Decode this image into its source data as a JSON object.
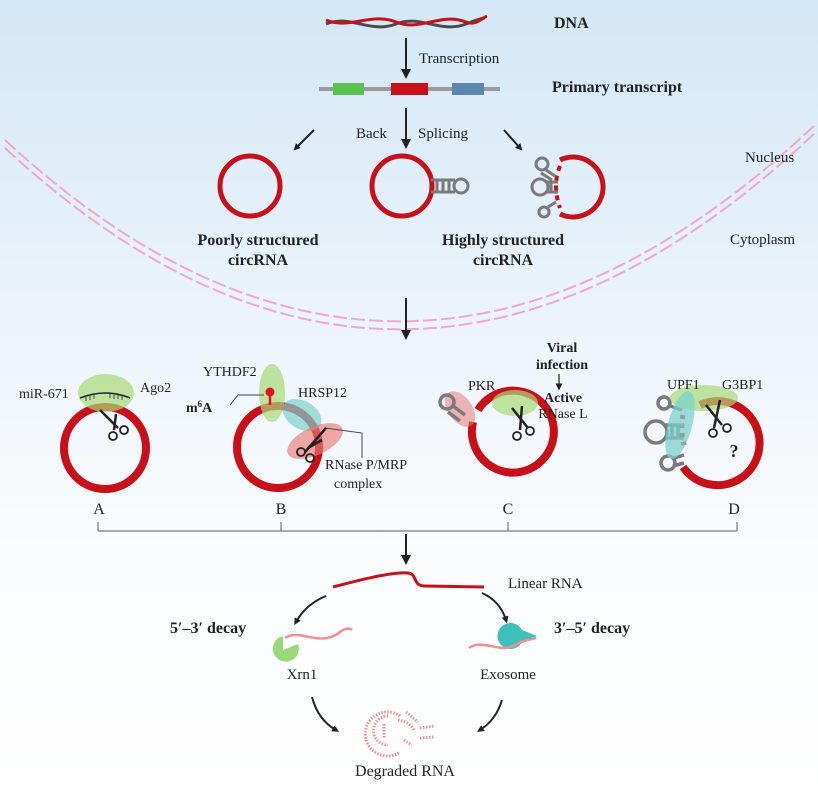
{
  "labels": {
    "dna": "DNA",
    "transcription": "Transcription",
    "primary_transcript": "Primary transcript",
    "back": "Back",
    "splicing": "Splicing",
    "nucleus": "Nucleus",
    "cytoplasm": "Cytoplasm",
    "poorly_1": "Poorly structured",
    "poorly_2": "circRNA",
    "highly_1": "Highly structured",
    "highly_2": "circRNA",
    "mir671": "miR-671",
    "ago2": "Ago2",
    "ythdf2": "YTHDF2",
    "m6a_m": "m",
    "m6a_sup": "6",
    "m6a_a": "A",
    "hrsp12": "HRSP12",
    "rnase_pmrp_1": "RNase P/MRP",
    "rnase_pmrp_2": "complex",
    "viral_1": "Viral",
    "viral_2": "infection",
    "active_1": "Active",
    "active_2": "RNase L",
    "pkr": "PKR",
    "upf1": "UPF1",
    "g3bp1": "G3BP1",
    "unknown": "?",
    "panel_a": "A",
    "panel_b": "B",
    "panel_c": "C",
    "panel_d": "D",
    "linear_rna": "Linear RNA",
    "decay_53": "5′–3′ decay",
    "decay_35": "3′–5′ decay",
    "xrn1": "Xrn1",
    "exosome": "Exosome",
    "degraded_rna": "Degraded RNA"
  },
  "colors": {
    "circrna_red": "#c8101a",
    "dna_dark": "#4a4a4a",
    "exon_green": "#5cc24f",
    "exon_red": "#c8101a",
    "exon_blue": "#5a86b0",
    "intron_gray": "#9a9a9a",
    "membrane_pink": "#f0a8c8",
    "ago2_green": "#a8d878",
    "hrsp12_teal": "#7dd0cc",
    "rnase_red": "#e87a78",
    "exosome_teal": "#3ec0ba",
    "xrn1_green": "#9ad878",
    "degraded_pink": "#f09090",
    "stem_gray": "#7a7a7a"
  }
}
